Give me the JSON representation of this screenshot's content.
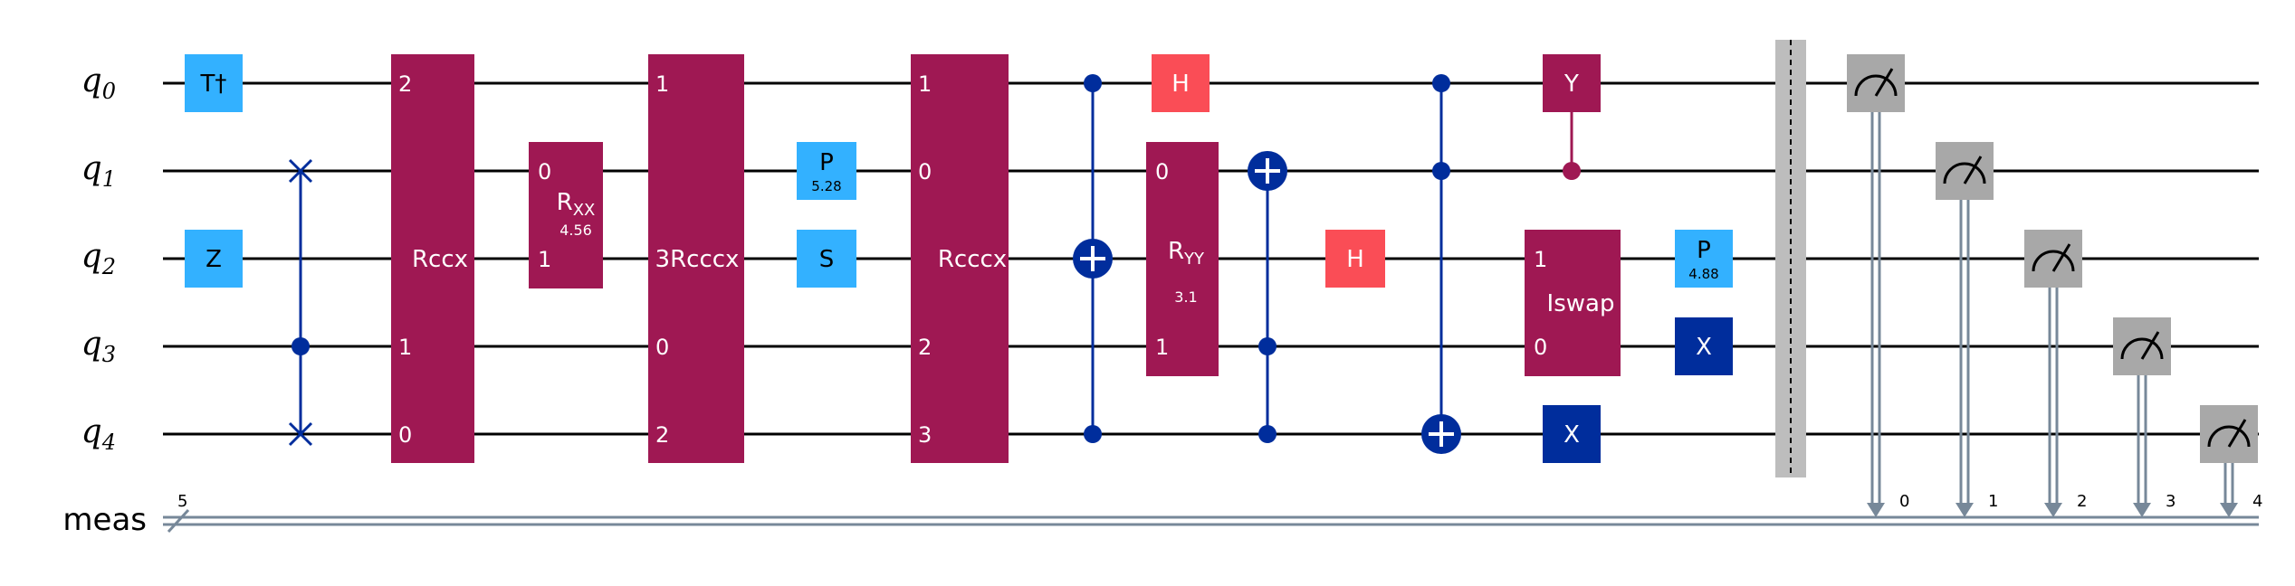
{
  "colors": {
    "wire": "#000000",
    "classical": "#778899",
    "pauli_light": "#33b1ff",
    "pauli_dark": "#002d9c",
    "multi": "#9f1853",
    "hadamard": "#fa4d56",
    "measure": "#a8a8a8",
    "barrier": "#bdbdbd"
  },
  "qubits": [
    {
      "base": "q",
      "sub": "0"
    },
    {
      "base": "q",
      "sub": "1"
    },
    {
      "base": "q",
      "sub": "2"
    },
    {
      "base": "q",
      "sub": "3"
    },
    {
      "base": "q",
      "sub": "4"
    }
  ],
  "classical": {
    "label": "meas",
    "width": "5",
    "bits": [
      "0",
      "1",
      "2",
      "3",
      "4"
    ]
  },
  "gates": {
    "tdg": {
      "label": "T†"
    },
    "z": {
      "label": "Z"
    },
    "rccx": {
      "label": "Rccx",
      "ports": [
        "2",
        "1",
        "0"
      ]
    },
    "rxx": {
      "label": "R",
      "sub": "XX",
      "param": "4.56",
      "ports": [
        "0",
        "1"
      ]
    },
    "rcccx3": {
      "label": "3Rcccx",
      "ports": [
        "1",
        "0",
        "2"
      ]
    },
    "p1": {
      "label": "P",
      "param": "5.28"
    },
    "s": {
      "label": "S"
    },
    "rcccx": {
      "label": "Rcccx",
      "ports": [
        "1",
        "0",
        "2",
        "3"
      ]
    },
    "h0": {
      "label": "H"
    },
    "ryy": {
      "label": "R",
      "sub": "YY",
      "param": "3.1",
      "ports": [
        "0",
        "1"
      ]
    },
    "h2": {
      "label": "H"
    },
    "y": {
      "label": "Y"
    },
    "iswap": {
      "label": "Iswap",
      "ports": [
        "1",
        "0"
      ]
    },
    "p2": {
      "label": "P",
      "param": "4.88"
    },
    "x3": {
      "label": "X"
    },
    "x4": {
      "label": "X"
    }
  }
}
